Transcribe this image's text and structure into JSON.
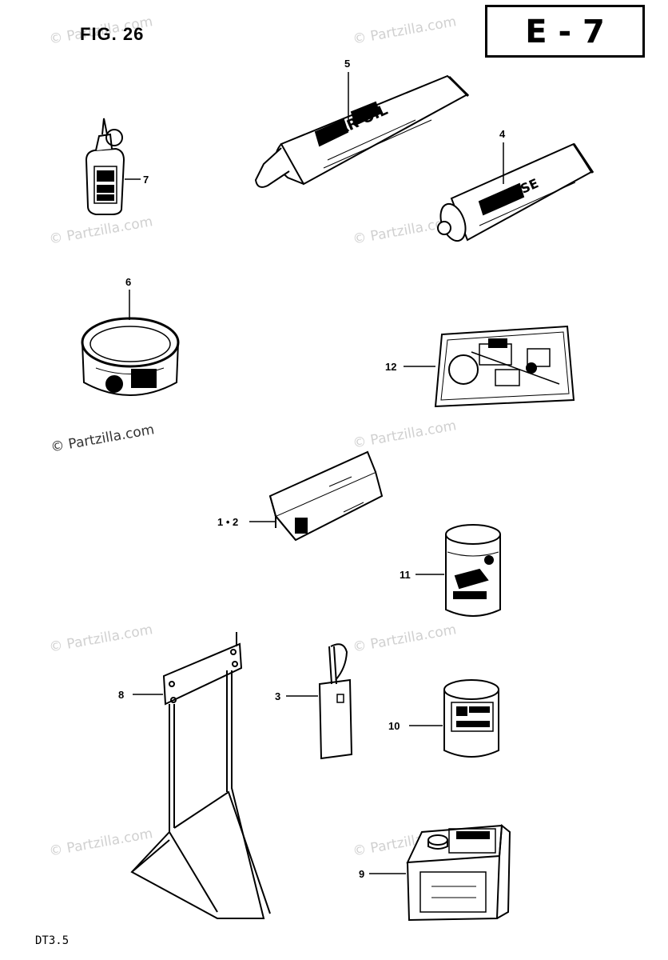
{
  "figure_label": "FIG. 26",
  "section_code": "E - 7",
  "model_code": "DT3.5",
  "watermark": "© Partzilla.com",
  "callouts": {
    "c5": "5",
    "c4": "4",
    "c7": "7",
    "c6": "6",
    "c12": "12",
    "c1_2": "1 • 2",
    "c11": "11",
    "c8": "8",
    "c3": "3",
    "c10": "10",
    "c9": "9"
  },
  "product_text": {
    "gear_oil": "GEAR OIL",
    "grease": "GREASE"
  }
}
